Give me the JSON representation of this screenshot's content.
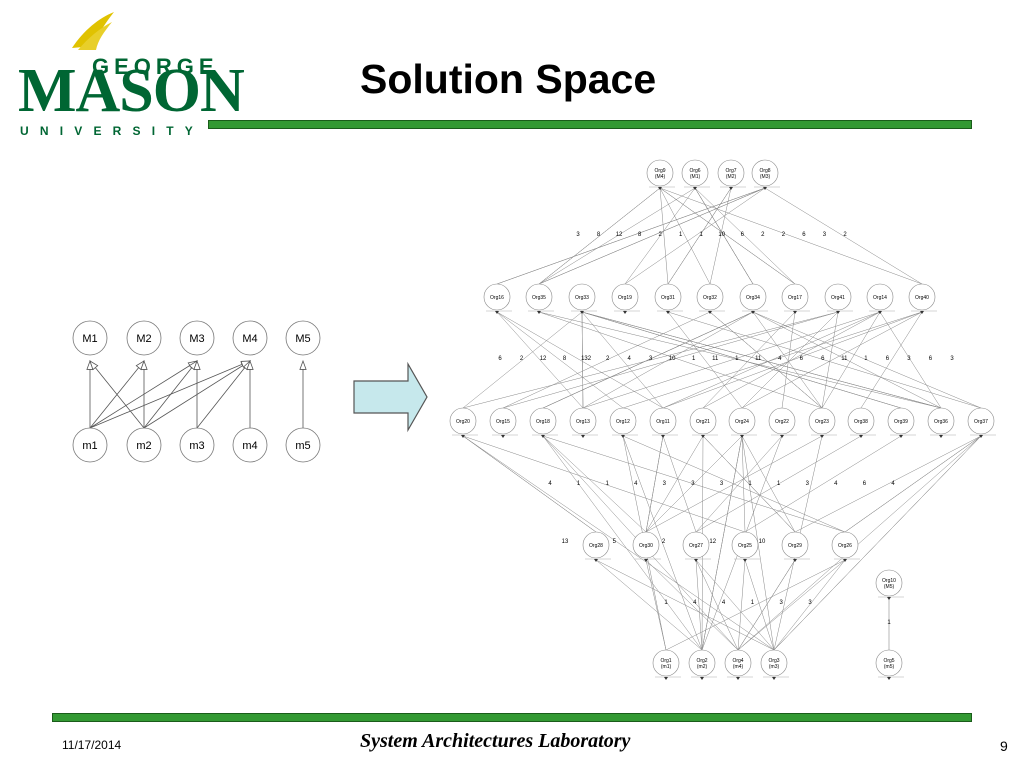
{
  "logo": {
    "line1": "GEORGE",
    "line2": "MASON",
    "line3": "UNIVERSITY",
    "accent": "#006633",
    "flame": "#e0c200"
  },
  "title": "Solution Space",
  "left_graph": {
    "top_nodes": [
      "M1",
      "M2",
      "M3",
      "M4",
      "M5"
    ],
    "bottom_nodes": [
      "m1",
      "m2",
      "m3",
      "m4",
      "m5"
    ]
  },
  "arrow_color": "#c6e8ec",
  "lattice": {
    "row1": [
      {
        "id": "Org9",
        "sub": "(M4)"
      },
      {
        "id": "Org6",
        "sub": "(M1)"
      },
      {
        "id": "Org7",
        "sub": "(M2)"
      },
      {
        "id": "Org8",
        "sub": "(M3)"
      }
    ],
    "row2": [
      "Org16",
      "Org35",
      "Org33",
      "Org19",
      "Org31",
      "Org32",
      "Org34",
      "Org17",
      "Org41",
      "Org14",
      "Org40"
    ],
    "row3": [
      "Org20",
      "Org15",
      "Org18",
      "Org13",
      "Org12",
      "Org11",
      "Org21",
      "Org24",
      "Org22",
      "Org23",
      "Org38",
      "Org39",
      "Org36",
      "Org37"
    ],
    "row4": [
      "Org28",
      "Org30",
      "Org27",
      "Org25",
      "Org29",
      "Org26"
    ],
    "row5": [
      {
        "id": "Org1",
        "sub": "(m1)"
      },
      {
        "id": "Org2",
        "sub": "(m2)"
      },
      {
        "id": "Org4",
        "sub": "(m4)"
      },
      {
        "id": "Org3",
        "sub": "(m3)"
      }
    ],
    "side": [
      {
        "id": "Org10",
        "sub": "(M5)"
      },
      {
        "id": "Org5",
        "sub": "(m5)"
      }
    ],
    "labels_a": [
      "3",
      "8",
      "12",
      "8",
      "2",
      "1",
      "1",
      "10",
      "6",
      "2",
      "2",
      "6",
      "3",
      "2"
    ],
    "labels_b": [
      "6",
      "2",
      "12",
      "8",
      "132",
      "2",
      "4",
      "3",
      "10",
      "1",
      "11",
      "1",
      "11",
      "4",
      "6",
      "6",
      "11",
      "1",
      "6",
      "3",
      "6",
      "3"
    ],
    "labels_c": [
      "4",
      "1",
      "1",
      "4",
      "3",
      "3",
      "3",
      "1",
      "1",
      "3",
      "4",
      "6",
      "4"
    ],
    "labels_d": [
      "13",
      "5",
      "2",
      "12",
      "10"
    ],
    "labels_e": [
      "1",
      "4",
      "4",
      "1",
      "3",
      "3"
    ],
    "labels_f": [
      "1"
    ]
  },
  "footer": {
    "date": "11/17/2014",
    "lab": "System Architectures Laboratory",
    "page": "9"
  }
}
